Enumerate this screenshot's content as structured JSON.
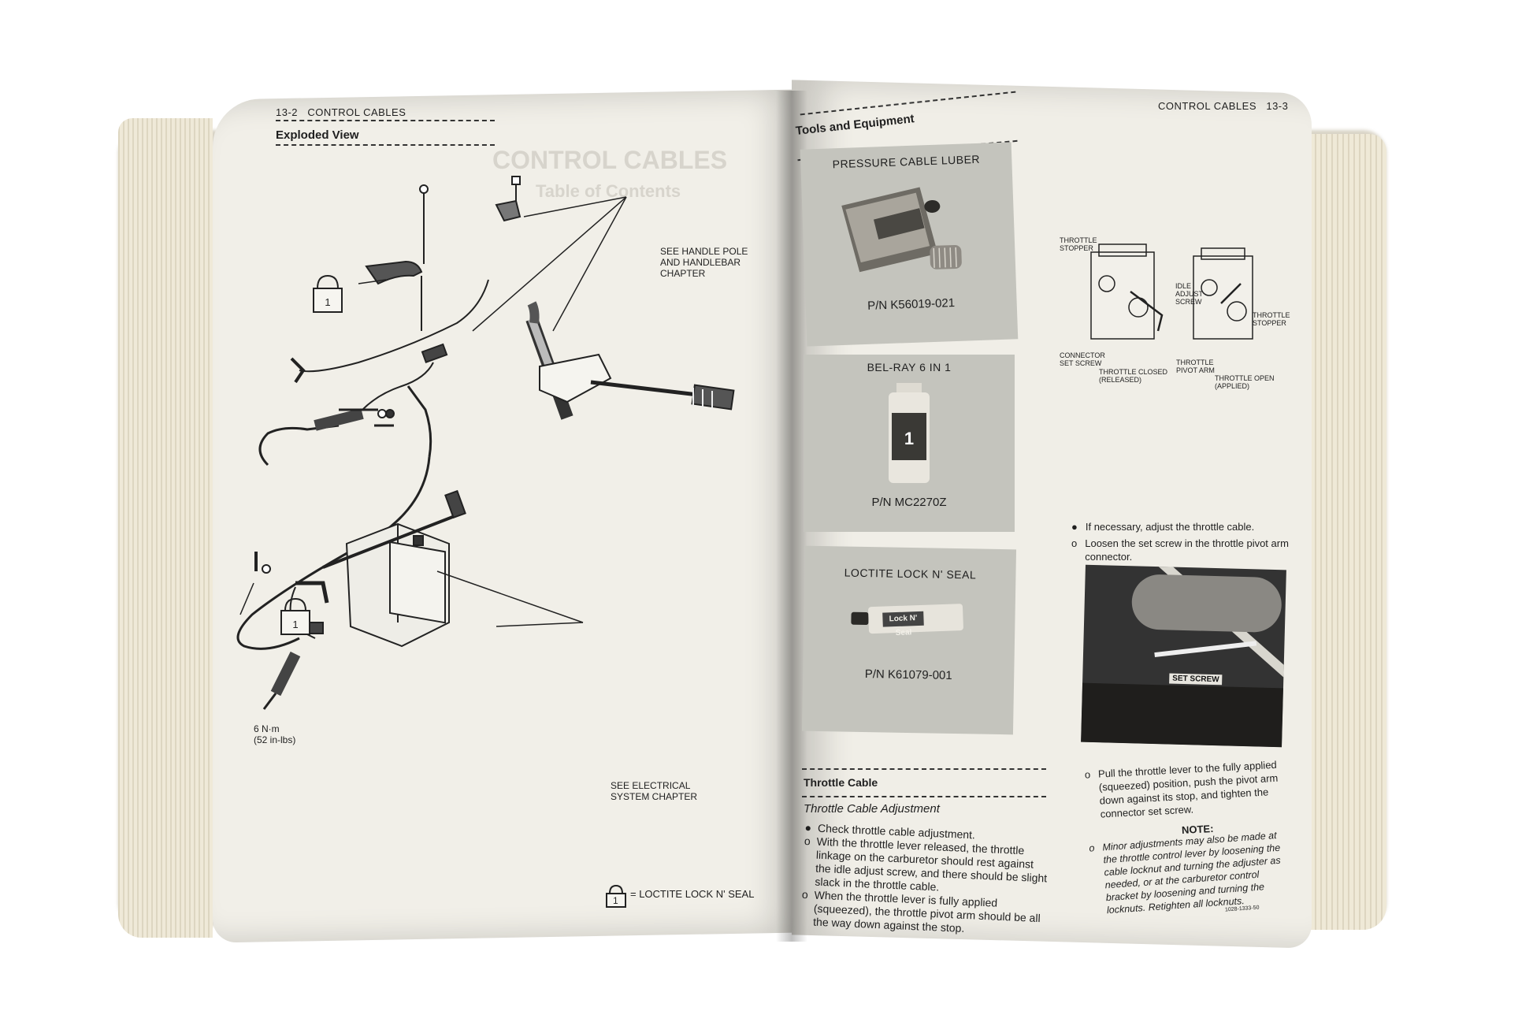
{
  "left_page": {
    "page_number": "13-2",
    "chapter": "CONTROL CABLES",
    "section_title": "Exploded View",
    "callouts": {
      "handle_pole": [
        "SEE HANDLE POLE",
        "AND HANDLEBAR",
        "CHAPTER"
      ],
      "electrical": [
        "SEE ELECTRICAL",
        "SYSTEM CHAPTER"
      ],
      "torque": [
        "6 N·m",
        "(52 in-lbs)"
      ]
    },
    "lock_number": "1",
    "legend_text": "= LOCTITE LOCK N' SEAL",
    "ghost_text": [
      "CONTROL CABLES",
      "Table of Contents"
    ]
  },
  "right_page": {
    "chapter": "CONTROL CABLES",
    "page_number": "13-3",
    "section_title": "Tools and Equipment",
    "tools": [
      {
        "name": "PRESSURE CABLE LUBER",
        "part_number": "P/N K56019-021"
      },
      {
        "name": "BEL-RAY 6 IN 1",
        "part_number": "P/N MC2270Z"
      },
      {
        "name": "LOCTITE LOCK N' SEAL",
        "part_number": "P/N K61079-001"
      }
    ],
    "tube_label": "Lock N' Seal",
    "diagram_labels": {
      "throttle_stopper_left": [
        "THROTTLE",
        "STOPPER"
      ],
      "idle_adjust": [
        "IDLE",
        "ADJUST",
        "SCREW"
      ],
      "throttle_stopper_right": [
        "THROTTLE",
        "STOPPER"
      ],
      "connector": [
        "CONNECTOR",
        "SET SCREW"
      ],
      "closed": [
        "THROTTLE CLOSED",
        "(RELEASED)"
      ],
      "pivot": [
        "THROTTLE",
        "PIVOT ARM"
      ],
      "open": [
        "THROTTLE OPEN",
        "(APPLIED)"
      ]
    },
    "photo_label": "SET SCREW",
    "steps_a": [
      {
        "bullet": "●",
        "text": "If necessary, adjust the throttle cable."
      },
      {
        "bullet": "o",
        "text": "Loosen the set screw in the throttle pivot arm connector."
      }
    ],
    "steps_b": [
      {
        "bullet": "o",
        "text": "Pull the throttle lever to the fully applied (squeezed) position, push the pivot arm down against its stop, and tighten the connector set screw."
      }
    ],
    "note_title": "NOTE:",
    "note_text": "Minor adjustments may also be made at the throttle control lever by loosening the cable locknut and turning the adjuster as needed, or at the carburetor control bracket by loosening and turning the locknuts. Retighten all locknuts.",
    "doc_code": "1028-1333-50",
    "throttle_section": "Throttle Cable",
    "throttle_subsection": "Throttle Cable Adjustment",
    "throttle_steps": [
      {
        "bullet": "●",
        "text": "Check throttle cable adjustment."
      },
      {
        "bullet": "o",
        "text": "With the throttle lever released, the throttle linkage on the carburetor should rest against the idle adjust screw, and there should be slight slack in the throttle cable."
      },
      {
        "bullet": "o",
        "text": "When the throttle lever is fully applied (squeezed), the throttle pivot arm should be all the way down against the stop."
      }
    ]
  }
}
